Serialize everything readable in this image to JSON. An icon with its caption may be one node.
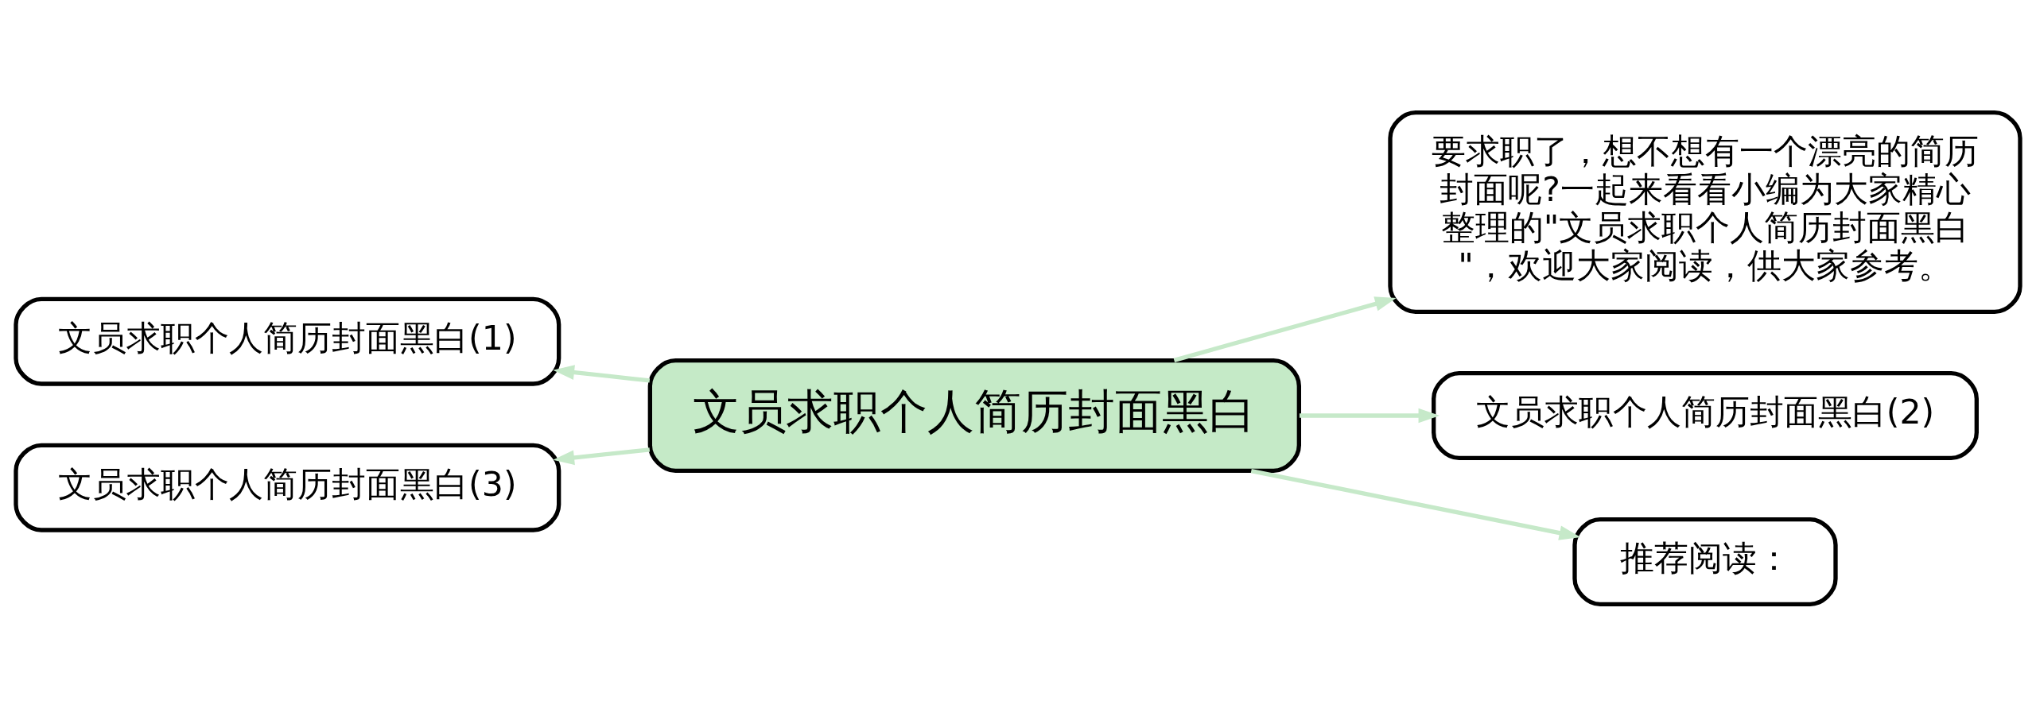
{
  "diagram": {
    "nodes": [
      {
        "text": [
          "文员求职个人简历封面黑白"
        ]
      },
      {
        "text": [
          "文员求职个人简历封面黑白(1)"
        ]
      },
      {
        "text": [
          "文员求职个人简历封面黑白(3)"
        ]
      },
      {
        "text": [
          "要求职了，想不想有一个漂亮的简历封面呢?一起来看看小编为大家精心整理的\"文员求职个人简历封面黑白\"，欢迎大家阅读，供大家参考。"
        ]
      },
      {
        "text": [
          "文员求职个人简历封面黑白(2)"
        ]
      },
      {
        "text": [
          "推荐阅读："
        ]
      }
    ],
    "edges": [
      {
        "from": 0,
        "to": 1,
        "arrow": "to"
      },
      {
        "from": 0,
        "to": 2,
        "arrow": "to"
      },
      {
        "from": 0,
        "to": 3,
        "arrow": "to"
      },
      {
        "from": 0,
        "to": 4,
        "arrow": "to"
      },
      {
        "from": 0,
        "to": 5,
        "arrow": "to"
      }
    ]
  }
}
